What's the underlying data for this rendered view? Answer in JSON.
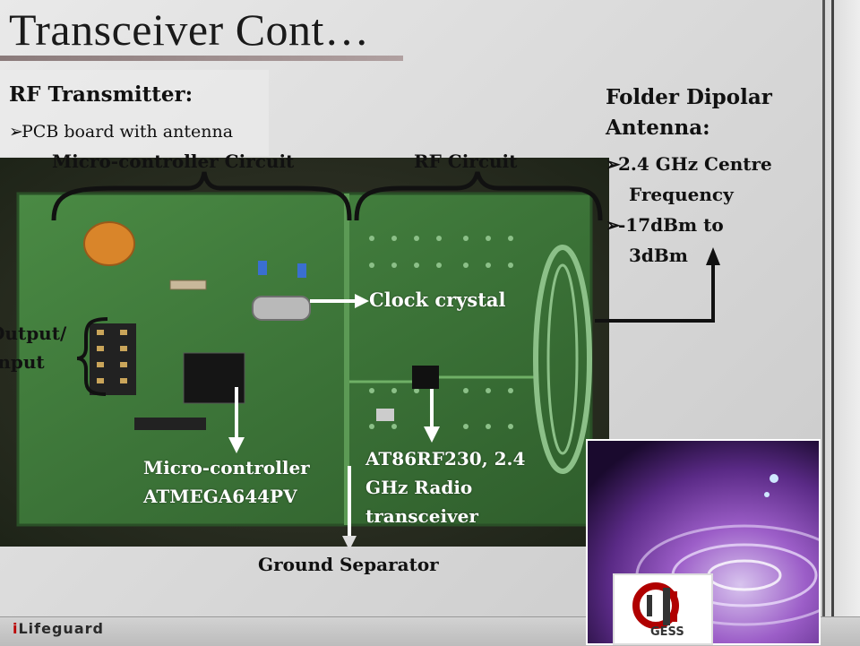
{
  "slide": {
    "title": "Transceiver Cont…",
    "rf_heading": "RF Transmitter:",
    "rf_bullet": "PCB board with antenna",
    "antenna_heading_1": "Folder Dipolar",
    "antenna_heading_2": "Antenna:",
    "antenna_bullets": [
      {
        "line1": "2.4 GHz Centre",
        "line2": "Frequency"
      },
      {
        "line1": "-17dBm to",
        "line2": "3dBm"
      }
    ],
    "bullet_glyph": "➢"
  },
  "labels": {
    "micro_circuit": "Micro-controller Circuit",
    "rf_circuit": "RF Circuit",
    "clock_crystal": "Clock crystal",
    "output_line1": "Output/",
    "output_line2": "Input",
    "micro_line1": "Micro-controller",
    "micro_line2": "ATMEGA644PV",
    "radio_line1": "AT86RF230, 2.4",
    "radio_line2": "GHz Radio",
    "radio_line3": "transceiver",
    "ground": "Ground Separator"
  },
  "footer": {
    "logo_i": "i",
    "logo_text": "Lifeguard",
    "gess": "GESS"
  },
  "colors": {
    "pcb_green": "#3f7a3a",
    "pcb_dark": "#244a22",
    "accent_red": "#b00000",
    "water_purple": "#8a3fb0"
  }
}
